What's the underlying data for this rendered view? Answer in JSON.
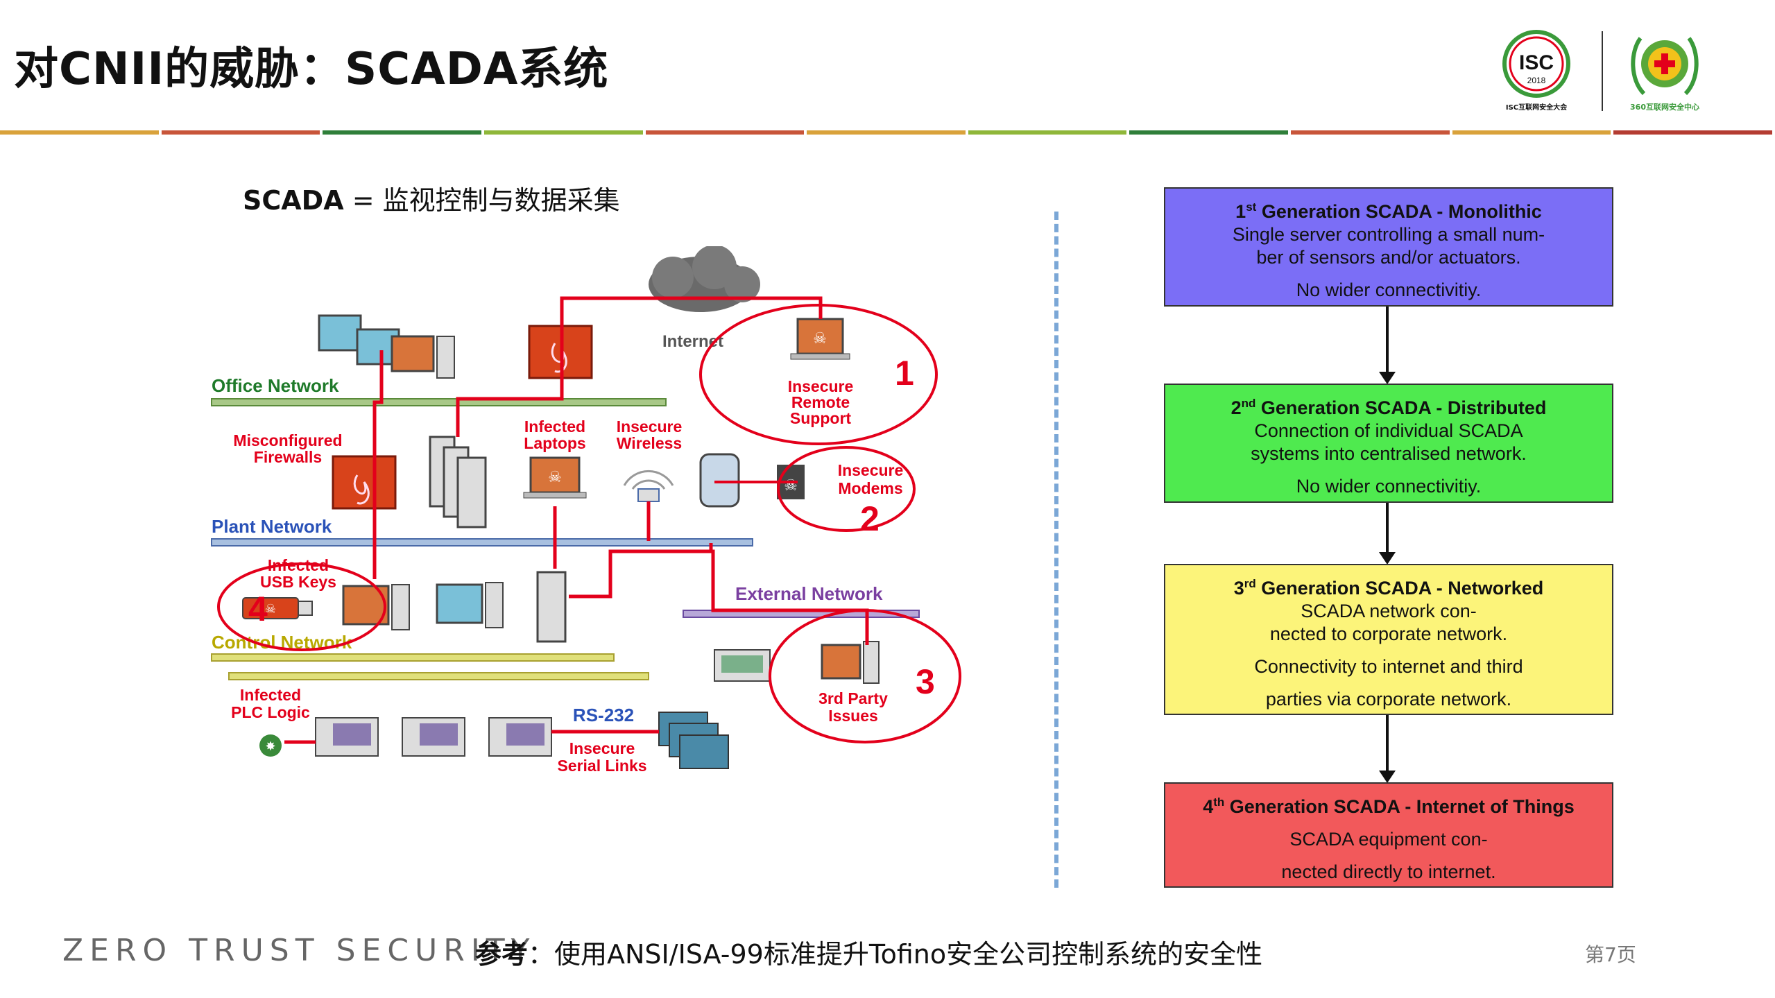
{
  "slide": {
    "title": "对CNII的威胁：SCADA系统",
    "subtitle_bold": "SCADA",
    "subtitle_rest": " = 监视控制与数据采集",
    "page_number": "第7页",
    "brand_footer": "ZERO TRUST SECURITY",
    "reference_label": "参考",
    "reference_text": "：使用ANSI/ISA-99标准提升Tofino安全公司控制系统的安全性"
  },
  "logos": {
    "isc_badge": "ISC",
    "isc_year": "2018",
    "isc_caption": "ISC互联网安全大会",
    "center_caption": "360互联网安全中心"
  },
  "colors": {
    "stripe": [
      "#d9a23b",
      "#c8553a",
      "#2f7f3a",
      "#8fb73a",
      "#c8553a",
      "#d9a23b",
      "#8fb73a",
      "#2f7f3a",
      "#c8553a",
      "#d9a23b",
      "#b43c32"
    ],
    "gen1": "#7b6ef6",
    "gen2": "#4fea4f",
    "gen3": "#fcf47a",
    "gen4": "#f2595b",
    "threat_red": "#e3001b",
    "network_green": "#1f7a2a",
    "network_blue": "#2a52b8",
    "network_purple": "#7a3fa0",
    "network_yellow": "#b8a800"
  },
  "diagram": {
    "internet": "Internet",
    "office_network": "Office Network",
    "plant_network": "Plant Network",
    "control_network": "Control Network",
    "external_network": "External Network",
    "misconfigured_firewalls_1": "Misconfigured",
    "misconfigured_firewalls_2": "Firewalls",
    "infected_laptops_1": "Infected",
    "infected_laptops_2": "Laptops",
    "insecure_wireless_1": "Insecure",
    "insecure_wireless_2": "Wireless",
    "insecure_remote_1": "Insecure",
    "insecure_remote_2": "Remote",
    "insecure_remote_3": "Support",
    "insecure_modems_1": "Insecure",
    "insecure_modems_2": "Modems",
    "infected_usb_1": "Infected",
    "infected_usb_2": "USB Keys",
    "infected_plc_1": "Infected",
    "infected_plc_2": "PLC Logic",
    "rs232": "RS-232",
    "insecure_serial_1": "Insecure",
    "insecure_serial_2": "Serial Links",
    "third_party_1": "3rd Party",
    "third_party_2": "Issues",
    "marker_1": "1",
    "marker_2": "2",
    "marker_3": "3",
    "marker_4": "4"
  },
  "generations": [
    {
      "ordinal": "1",
      "suffix": "st",
      "heading": " Generation SCADA - Monolithic",
      "lines": [
        "Single server controlling a small num-",
        "ber of sensors and/or actuators."
      ],
      "footer": "No wider connectivitiy."
    },
    {
      "ordinal": "2",
      "suffix": "nd",
      "heading": " Generation SCADA - Distributed",
      "lines": [
        "Connection of individual SCADA",
        "systems into centralised network."
      ],
      "footer": "No wider connectivitiy."
    },
    {
      "ordinal": "3",
      "suffix": "rd",
      "heading": " Generation SCADA - Networked",
      "lines": [
        "SCADA network con-",
        "nected to corporate network."
      ],
      "footer_lines": [
        "Connectivity to internet and third",
        "parties via corporate network."
      ]
    },
    {
      "ordinal": "4",
      "suffix": "th",
      "heading": " Generation SCADA - Internet of Things",
      "lines": [
        "SCADA equipment con-",
        "nected directly to internet."
      ]
    }
  ]
}
